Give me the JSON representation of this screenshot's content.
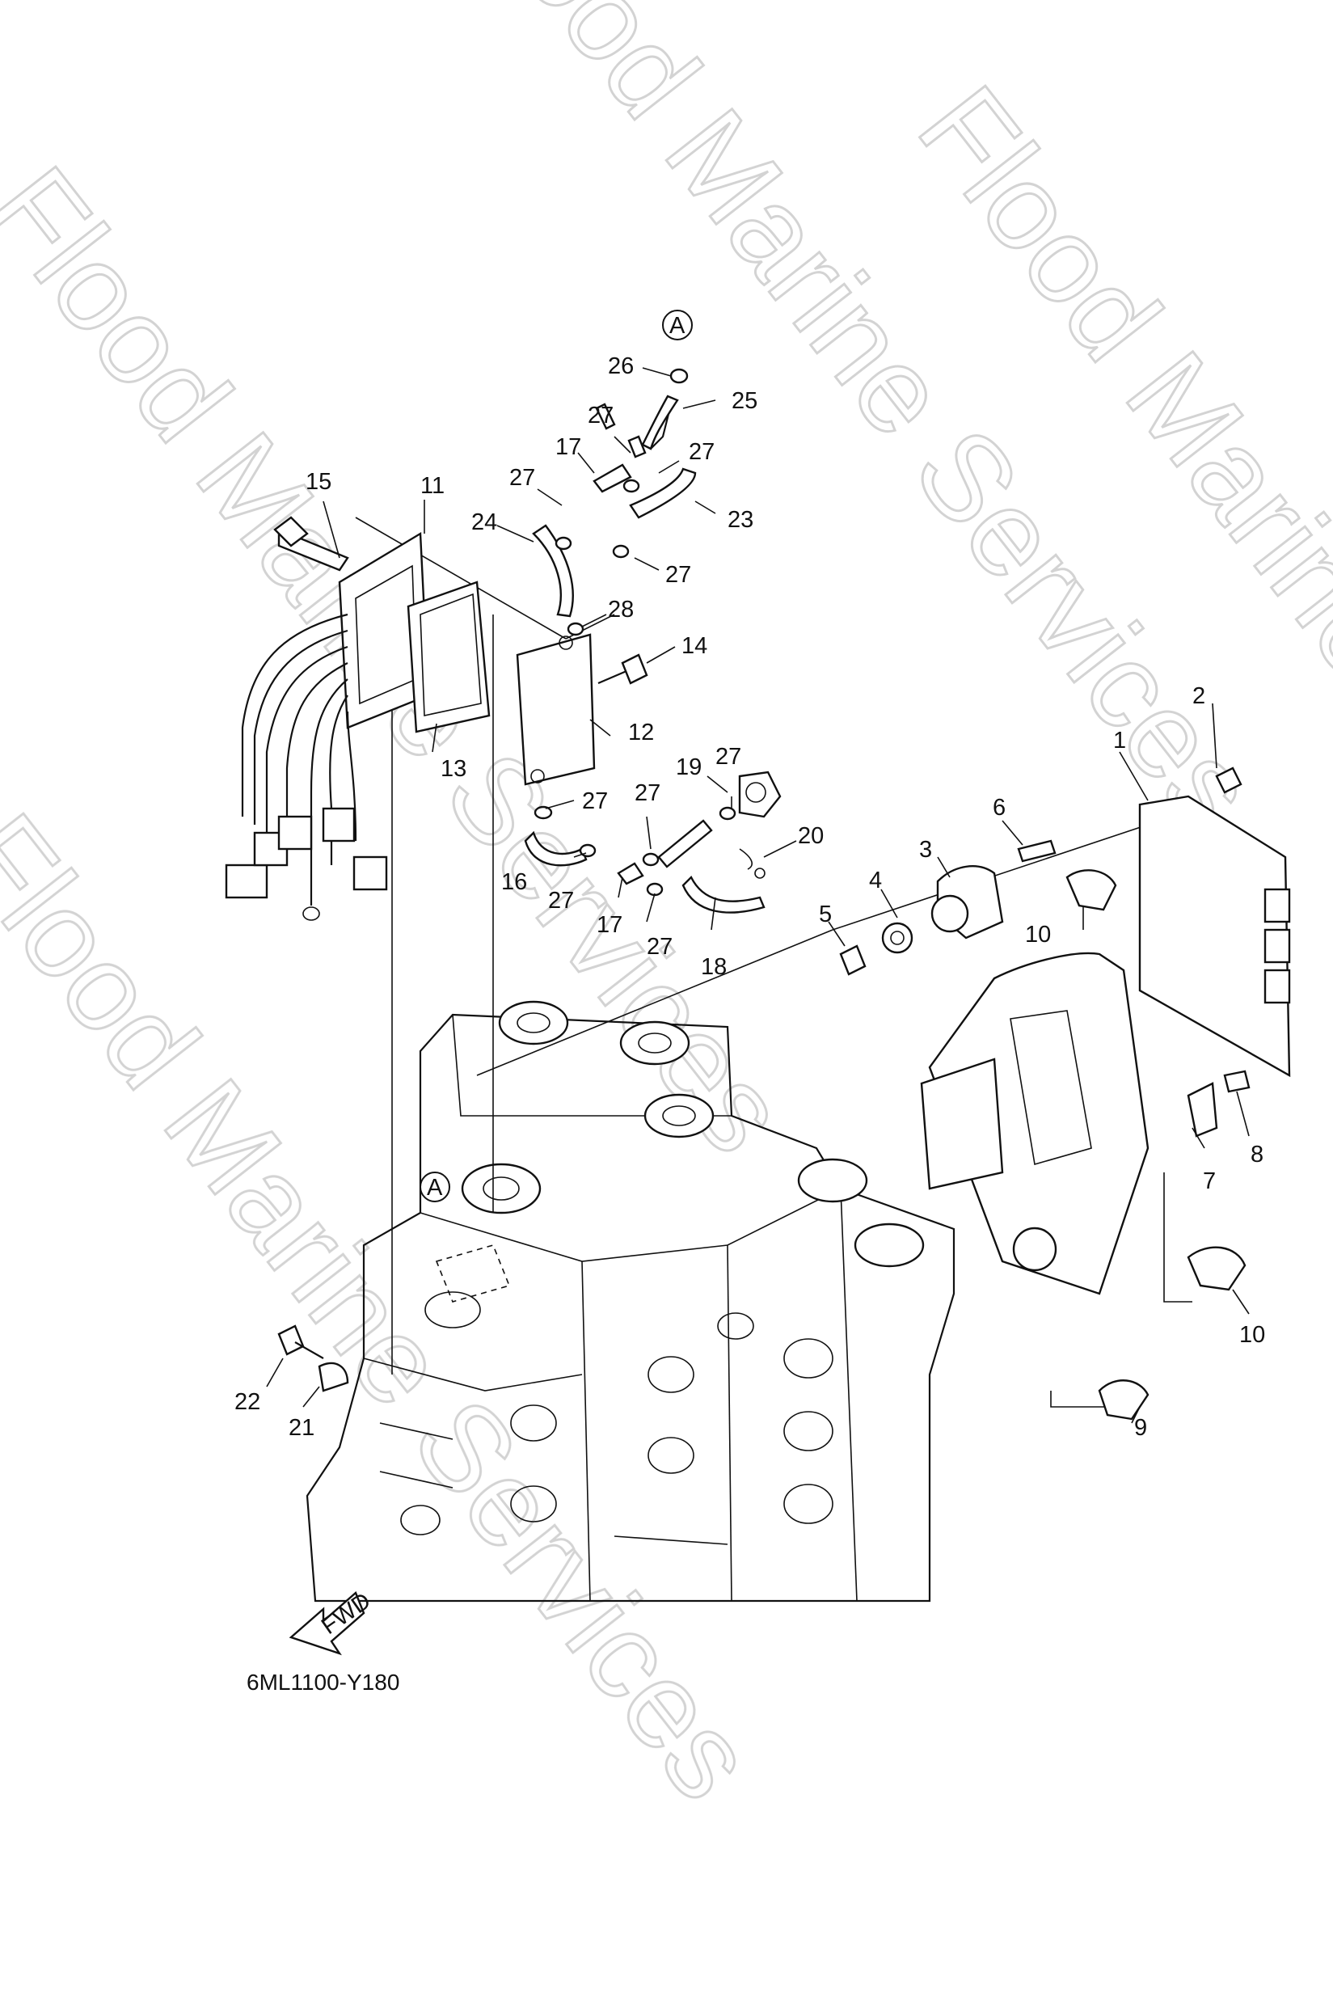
{
  "diagram": {
    "code": "6ML1100-Y180",
    "fwd_label": "FWD",
    "ref_marker": "A",
    "watermark": "Flood Marine Services",
    "part_numbers": [
      "1",
      "2",
      "3",
      "4",
      "5",
      "6",
      "7",
      "8",
      "9",
      "10",
      "10",
      "11",
      "12",
      "13",
      "14",
      "15",
      "16",
      "17",
      "17",
      "18",
      "19",
      "20",
      "21",
      "22",
      "23",
      "24",
      "25",
      "26",
      "27",
      "27",
      "27",
      "27",
      "27",
      "27",
      "27",
      "27",
      "28"
    ]
  }
}
